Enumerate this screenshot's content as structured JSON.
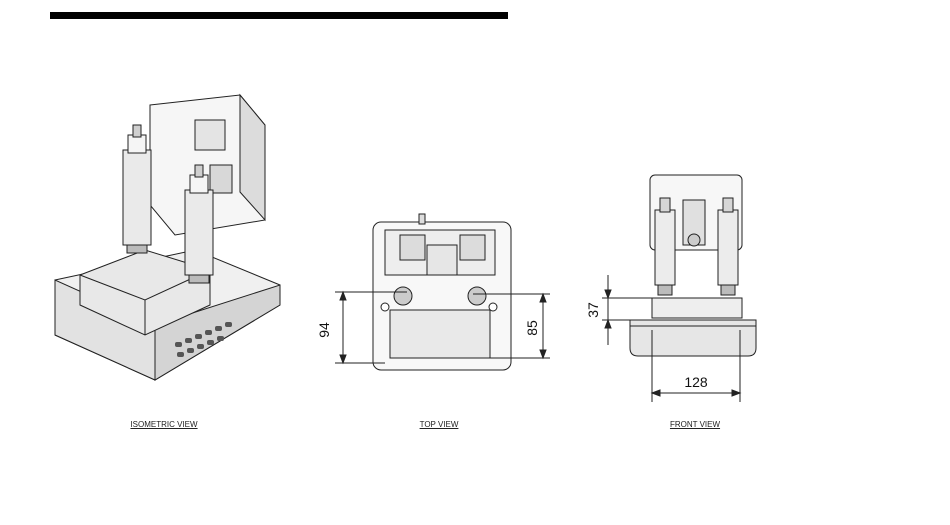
{
  "views": {
    "isometric": {
      "caption": "ISOMETRIC VIEW"
    },
    "top": {
      "caption": "TOP VIEW",
      "dim_left": "94",
      "dim_right": "85"
    },
    "front": {
      "caption": "FRONT VIEW",
      "dim_height": "37",
      "dim_width": "128"
    }
  },
  "colors": {
    "line": "#1a1a1a",
    "fill_light": "#f2f2f2",
    "fill_mid": "#d9d9d9",
    "fill_dark": "#9a9a9a"
  }
}
